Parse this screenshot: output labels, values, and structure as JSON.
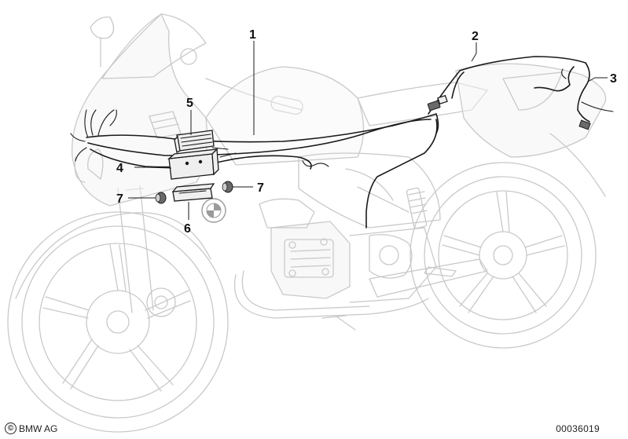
{
  "callouts": [
    {
      "id": "1",
      "label": "1"
    },
    {
      "id": "2",
      "label": "2"
    },
    {
      "id": "3",
      "label": "3"
    },
    {
      "id": "4",
      "label": "4"
    },
    {
      "id": "5",
      "label": "5"
    },
    {
      "id": "6",
      "label": "6"
    },
    {
      "id": "7a",
      "label": "7"
    },
    {
      "id": "7b",
      "label": "7"
    }
  ],
  "footer": {
    "copyright": "BMW AG",
    "copyright_symbol": "©",
    "doc_number": "00036019"
  }
}
